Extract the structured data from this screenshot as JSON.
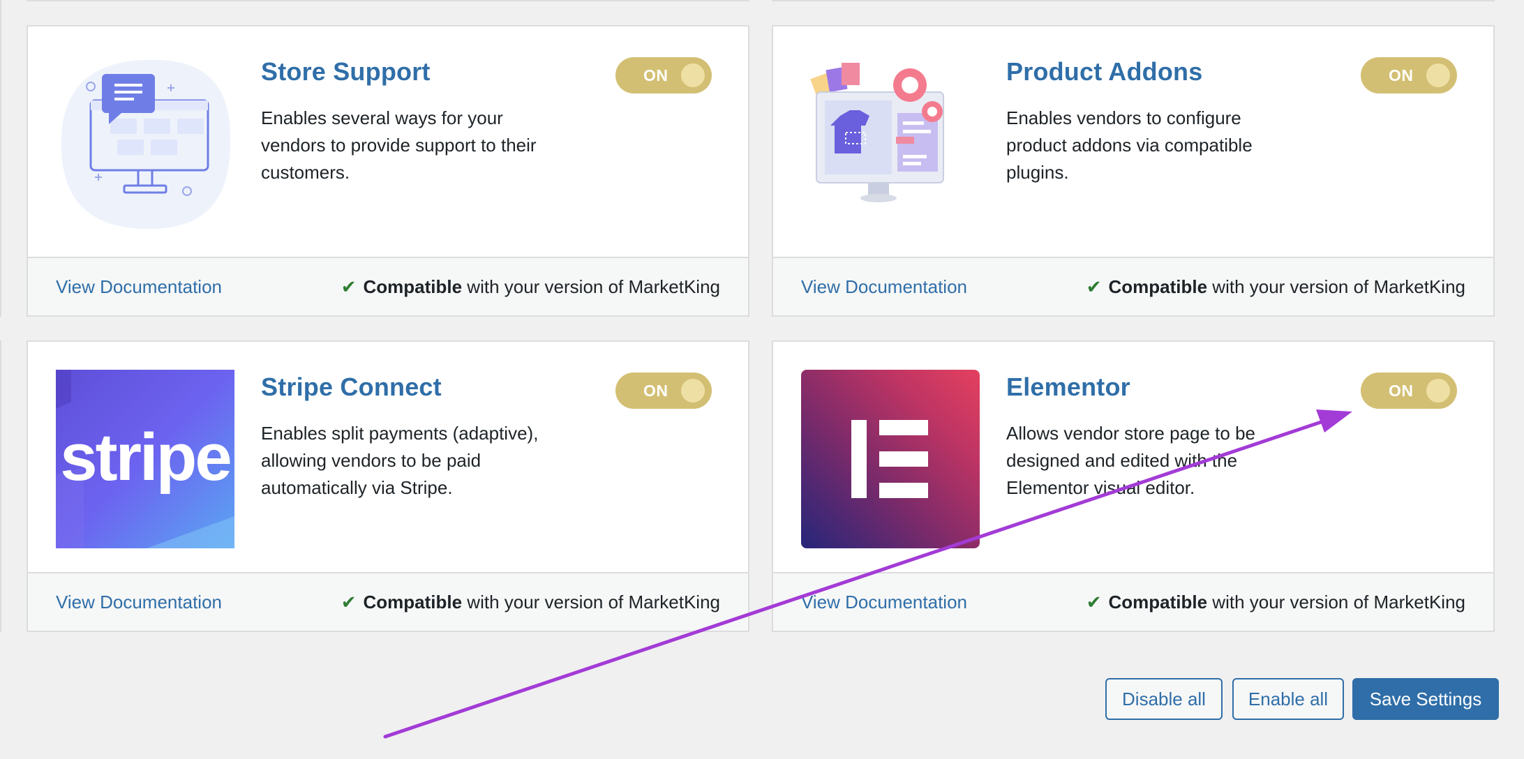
{
  "modules": [
    {
      "title": "Store Support",
      "description": "Enables several ways for your vendors to provide support to their customers.",
      "toggle": "ON",
      "doc_link": "View Documentation",
      "compat_strong": "Compatible",
      "compat_rest": " with your version of MarketKing",
      "icon": "support-monitor-illustration"
    },
    {
      "title": "Product Addons",
      "description": "Enables vendors to configure product addons via compatible plugins.",
      "toggle": "ON",
      "doc_link": "View Documentation",
      "compat_strong": "Compatible",
      "compat_rest": " with your version of MarketKing",
      "icon": "product-addons-illustration"
    },
    {
      "title": "Stripe Connect",
      "description": "Enables split payments (adaptive), allowing vendors to be paid automatically via Stripe.",
      "toggle": "ON",
      "doc_link": "View Documentation",
      "compat_strong": "Compatible",
      "compat_rest": " with your version of MarketKing",
      "icon": "stripe-logo",
      "logo_text": "stripe"
    },
    {
      "title": "Elementor",
      "description": "Allows vendor store page to be designed and edited with the Elementor visual editor.",
      "toggle": "ON",
      "doc_link": "View Documentation",
      "compat_strong": "Compatible",
      "compat_rest": " with your version of MarketKing",
      "icon": "elementor-logo"
    }
  ],
  "actions": {
    "disable_all": "Disable all",
    "enable_all": "Enable all",
    "save": "Save Settings"
  },
  "colors": {
    "link": "#2f6ea8",
    "toggle_on": "#d3bf73",
    "check": "#2e7d32",
    "annotation_arrow": "#a33bd6"
  }
}
